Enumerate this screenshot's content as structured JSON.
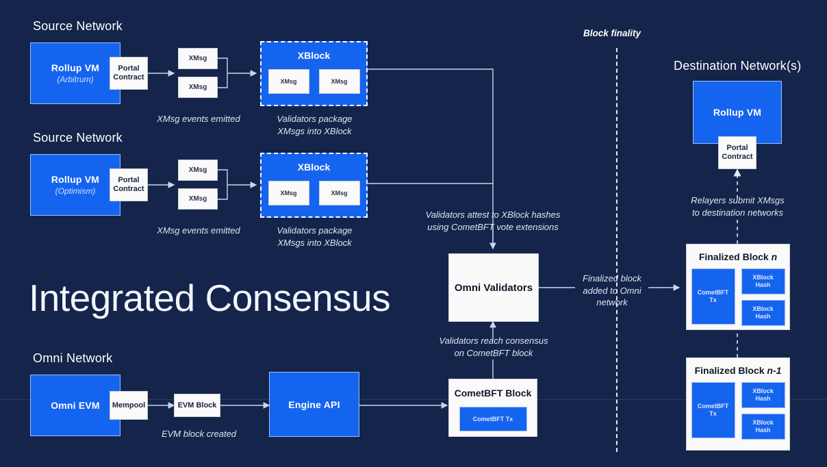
{
  "theme": {
    "background": "#14244a",
    "accent_blue": "#1564f0",
    "box_white": "#fafafa",
    "text_light": "#dfe6f3"
  },
  "title": "Integrated Consensus",
  "sections": {
    "source_network_1": {
      "label": "Source Network",
      "rollup_vm": {
        "name": "Rollup VM",
        "chain": "(Arbitrum)"
      },
      "portal_contract": "Portal\nContract",
      "xmsgs": [
        "XMsg",
        "XMsg"
      ],
      "caption": "XMsg events emitted",
      "xblock": {
        "title": "XBlock",
        "messages": [
          "XMsg",
          "XMsg"
        ],
        "caption": "Validators package\nXMsgs into XBlock"
      }
    },
    "source_network_2": {
      "label": "Source Network",
      "rollup_vm": {
        "name": "Rollup VM",
        "chain": "(Optimism)"
      },
      "portal_contract": "Portal\nContract",
      "xmsgs": [
        "XMsg",
        "XMsg"
      ],
      "caption": "XMsg events emitted",
      "xblock": {
        "title": "XBlock",
        "messages": [
          "XMsg",
          "XMsg"
        ],
        "caption": "Validators package\nXMsgs into XBlock"
      }
    },
    "omni_network": {
      "label": "Omni Network",
      "omni_evm": "Omni EVM",
      "mempool": "Mempool",
      "evm_block": "EVM Block",
      "evm_caption": "EVM block created",
      "engine_api": "Engine API",
      "cometbft_block": {
        "title": "CometBFT Block",
        "tx": "CometBFT Tx"
      }
    },
    "consensus": {
      "attest_caption": "Validators attest to XBlock hashes\nusing CometBFT vote extensions",
      "omni_validators": "Omni Validators",
      "consensus_caption": "Validators reach consensus\non CometBFT block",
      "finalized_caption": "Finalized block\nadded to Omni\nnetwork"
    },
    "finality": {
      "label": "Block finality"
    },
    "destination": {
      "label": "Destination Network(s)",
      "rollup_vm": "Rollup VM",
      "portal_contract": "Portal\nContract",
      "relayer_caption": "Relayers submit XMsgs\nto destination networks",
      "blocks": [
        {
          "title_prefix": "Finalized Block ",
          "title_index": "n",
          "tx": "CometBFT\nTx",
          "hashes": [
            "XBlock\nHash",
            "XBlock\nHash"
          ]
        },
        {
          "title_prefix": "Finalized Block ",
          "title_index": "n-1",
          "tx": "CometBFT\nTx",
          "hashes": [
            "XBlock\nHash",
            "XBlock\nHash"
          ]
        }
      ]
    }
  }
}
